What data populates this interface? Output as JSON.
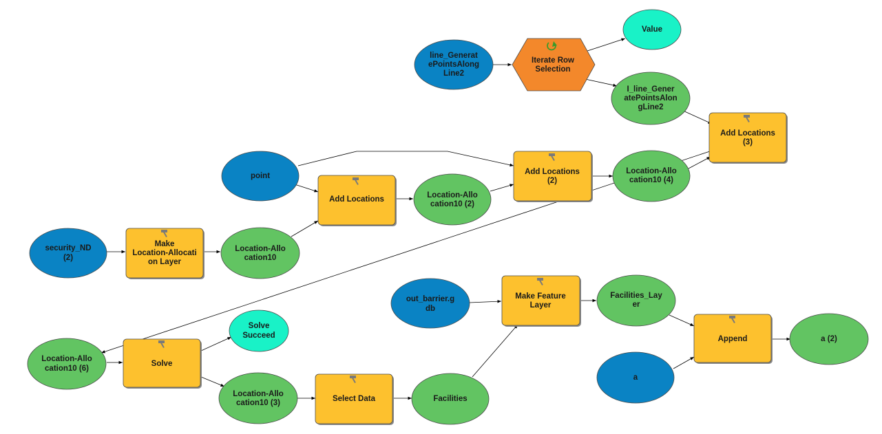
{
  "nodes": {
    "line_gen": [
      "line_Generat",
      "ePointsAlong",
      "Line2"
    ],
    "iterate": [
      "Iterate Row",
      "Selection"
    ],
    "value": [
      "Value"
    ],
    "i_line_gen": [
      "I_line_Gener",
      "atePointsAlon",
      "gLine2"
    ],
    "add_loc3": [
      "Add Locations",
      "(3)"
    ],
    "point": [
      "point"
    ],
    "add_loc2": [
      "Add Locations",
      "(2)"
    ],
    "la10_4": [
      "Location-Allo",
      "cation10 (4)"
    ],
    "add_loc": [
      "Add Locations"
    ],
    "la10_2": [
      "Location-Allo",
      "cation10 (2)"
    ],
    "security_nd": [
      "security_ND",
      "(2)"
    ],
    "make_la": [
      "Make",
      "Location-Allocati",
      "on Layer"
    ],
    "la10": [
      "Location-Allo",
      "cation10"
    ],
    "out_barrier": [
      "out_barrier.g",
      "db"
    ],
    "make_feature": [
      "Make Feature",
      "Layer"
    ],
    "facilities_layer": [
      "Facilities_Lay",
      "er"
    ],
    "append": [
      "Append"
    ],
    "a2": [
      "a (2)"
    ],
    "a": [
      "a"
    ],
    "la10_6": [
      "Location-Allo",
      "cation10 (6)"
    ],
    "solve": [
      "Solve"
    ],
    "solve_succeed": [
      "Solve",
      "Succeed"
    ],
    "la10_3": [
      "Location-Allo",
      "cation10 (3)"
    ],
    "select_data": [
      "Select Data"
    ],
    "facilities": [
      "Facilities"
    ]
  },
  "colors": {
    "data_input": "#0a83c4",
    "data_derived": "#62c462",
    "parameter": "#19f2c7",
    "tool": "#fdc12e",
    "iterator": "#f3882b"
  }
}
